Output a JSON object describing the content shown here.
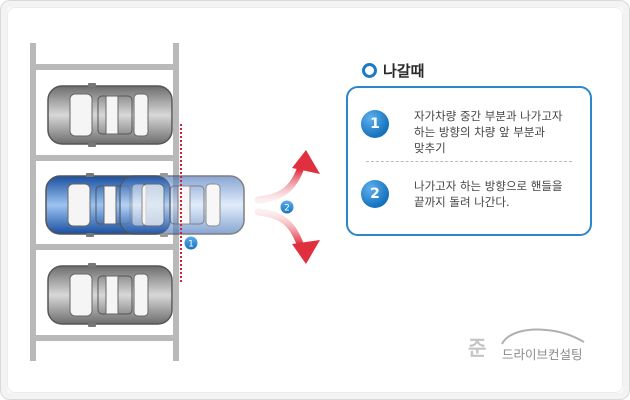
{
  "heading": {
    "title": "나갈때"
  },
  "steps": [
    {
      "number": "1",
      "lines": [
        "자가차량 중간 부분과 나가고자",
        "하는 방향의 차량 앞 부분과",
        "맞추기"
      ]
    },
    {
      "number": "2",
      "lines": [
        "나가고자 하는 방향으로 핸들을",
        "끝까지 돌려 나간다."
      ]
    }
  ],
  "diagram": {
    "markers": [
      "1",
      "2"
    ]
  },
  "brand": {
    "mark": "준",
    "name": "드라이브컨설팅"
  },
  "colors": {
    "accent": "#1c7bc4",
    "guide_line": "#d0223a",
    "arrow": "#e03040",
    "lines": "#b9b9b9"
  }
}
